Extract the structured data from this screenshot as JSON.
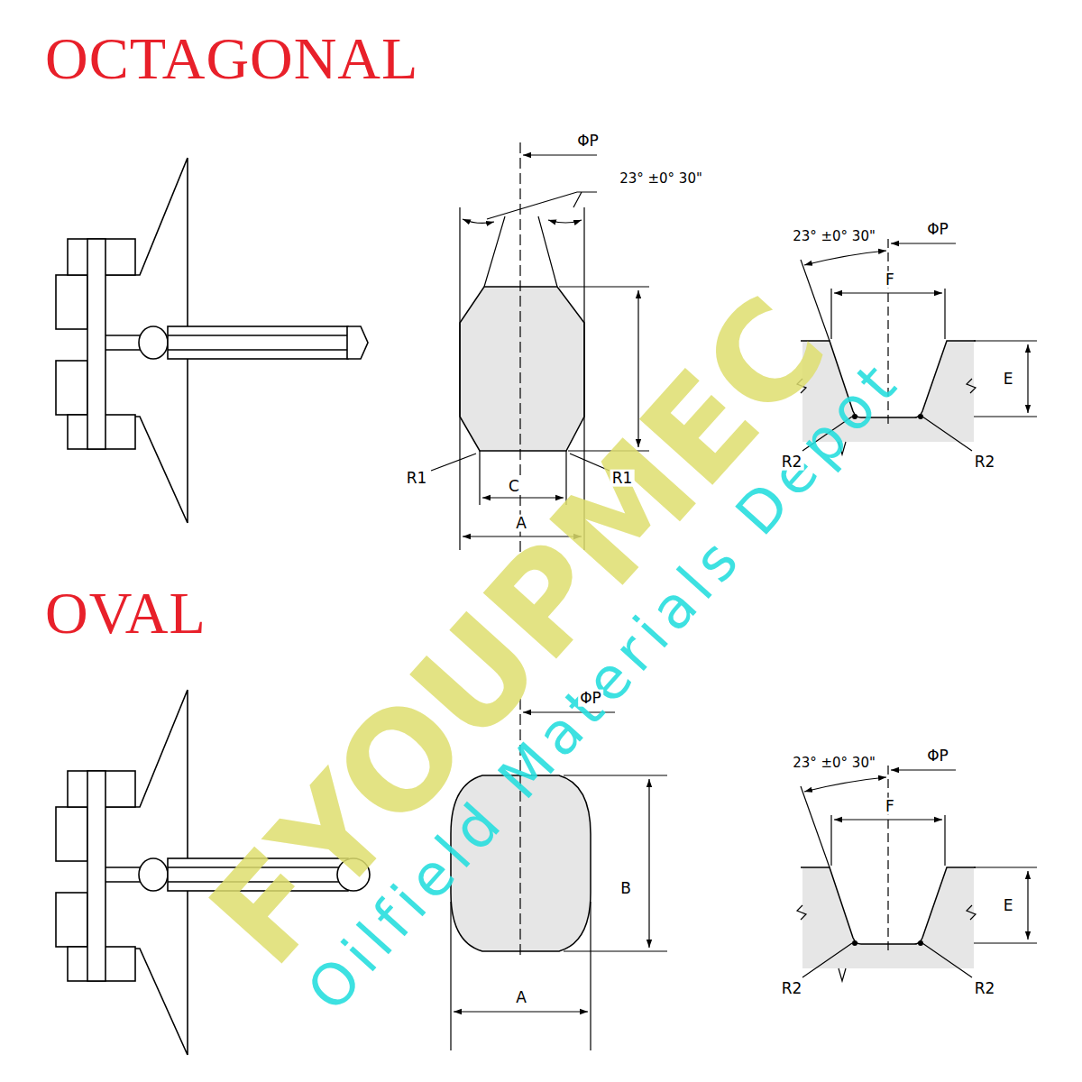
{
  "diagram": {
    "labels": [
      "OCTAGONAL",
      "ΦP",
      "23° ±0° 30\"",
      "R1",
      "R1",
      "C",
      "A",
      "23° ±0° 30\"",
      "ΦP",
      "F",
      "E",
      "R2",
      "R2",
      "OVAL",
      "ΦP",
      "B",
      "A",
      "23° ±0° 30\"",
      "ΦP",
      "F",
      "E",
      "R2",
      "R2",
      "FYOUPMEC",
      "Oilfield Materials Depot"
    ]
  }
}
